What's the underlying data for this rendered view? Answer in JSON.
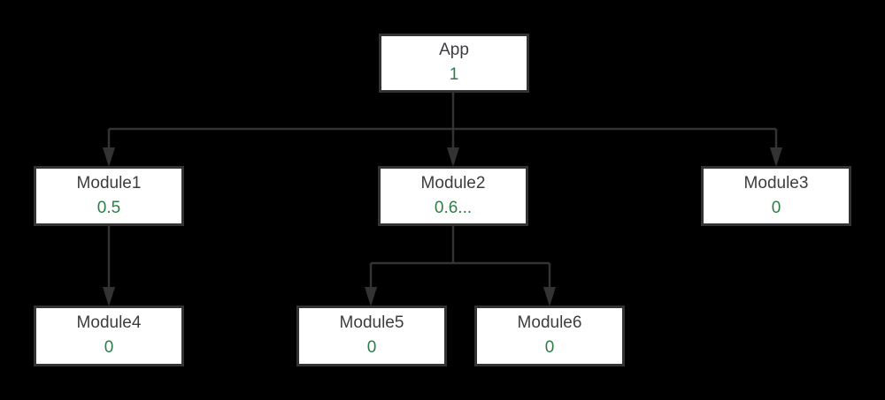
{
  "colors": {
    "bg": "#000000",
    "box-fill": "#ffffff",
    "box-border": "#333333",
    "edge": "#333333",
    "title": "#3b3d40",
    "value": "#2e7d46"
  },
  "diagram_type": "tree",
  "nodes": [
    {
      "id": "app",
      "title": "App",
      "value": "1"
    },
    {
      "id": "module1",
      "title": "Module1",
      "value": "0.5"
    },
    {
      "id": "module2",
      "title": "Module2",
      "value": "0.6..."
    },
    {
      "id": "module3",
      "title": "Module3",
      "value": "0"
    },
    {
      "id": "module4",
      "title": "Module4",
      "value": "0"
    },
    {
      "id": "module5",
      "title": "Module5",
      "value": "0"
    },
    {
      "id": "module6",
      "title": "Module6",
      "value": "0"
    }
  ],
  "edges": [
    {
      "from": "App",
      "to": "Module1"
    },
    {
      "from": "App",
      "to": "Module2"
    },
    {
      "from": "App",
      "to": "Module3"
    },
    {
      "from": "Module1",
      "to": "Module4"
    },
    {
      "from": "Module2",
      "to": "Module5"
    },
    {
      "from": "Module2",
      "to": "Module6"
    }
  ]
}
